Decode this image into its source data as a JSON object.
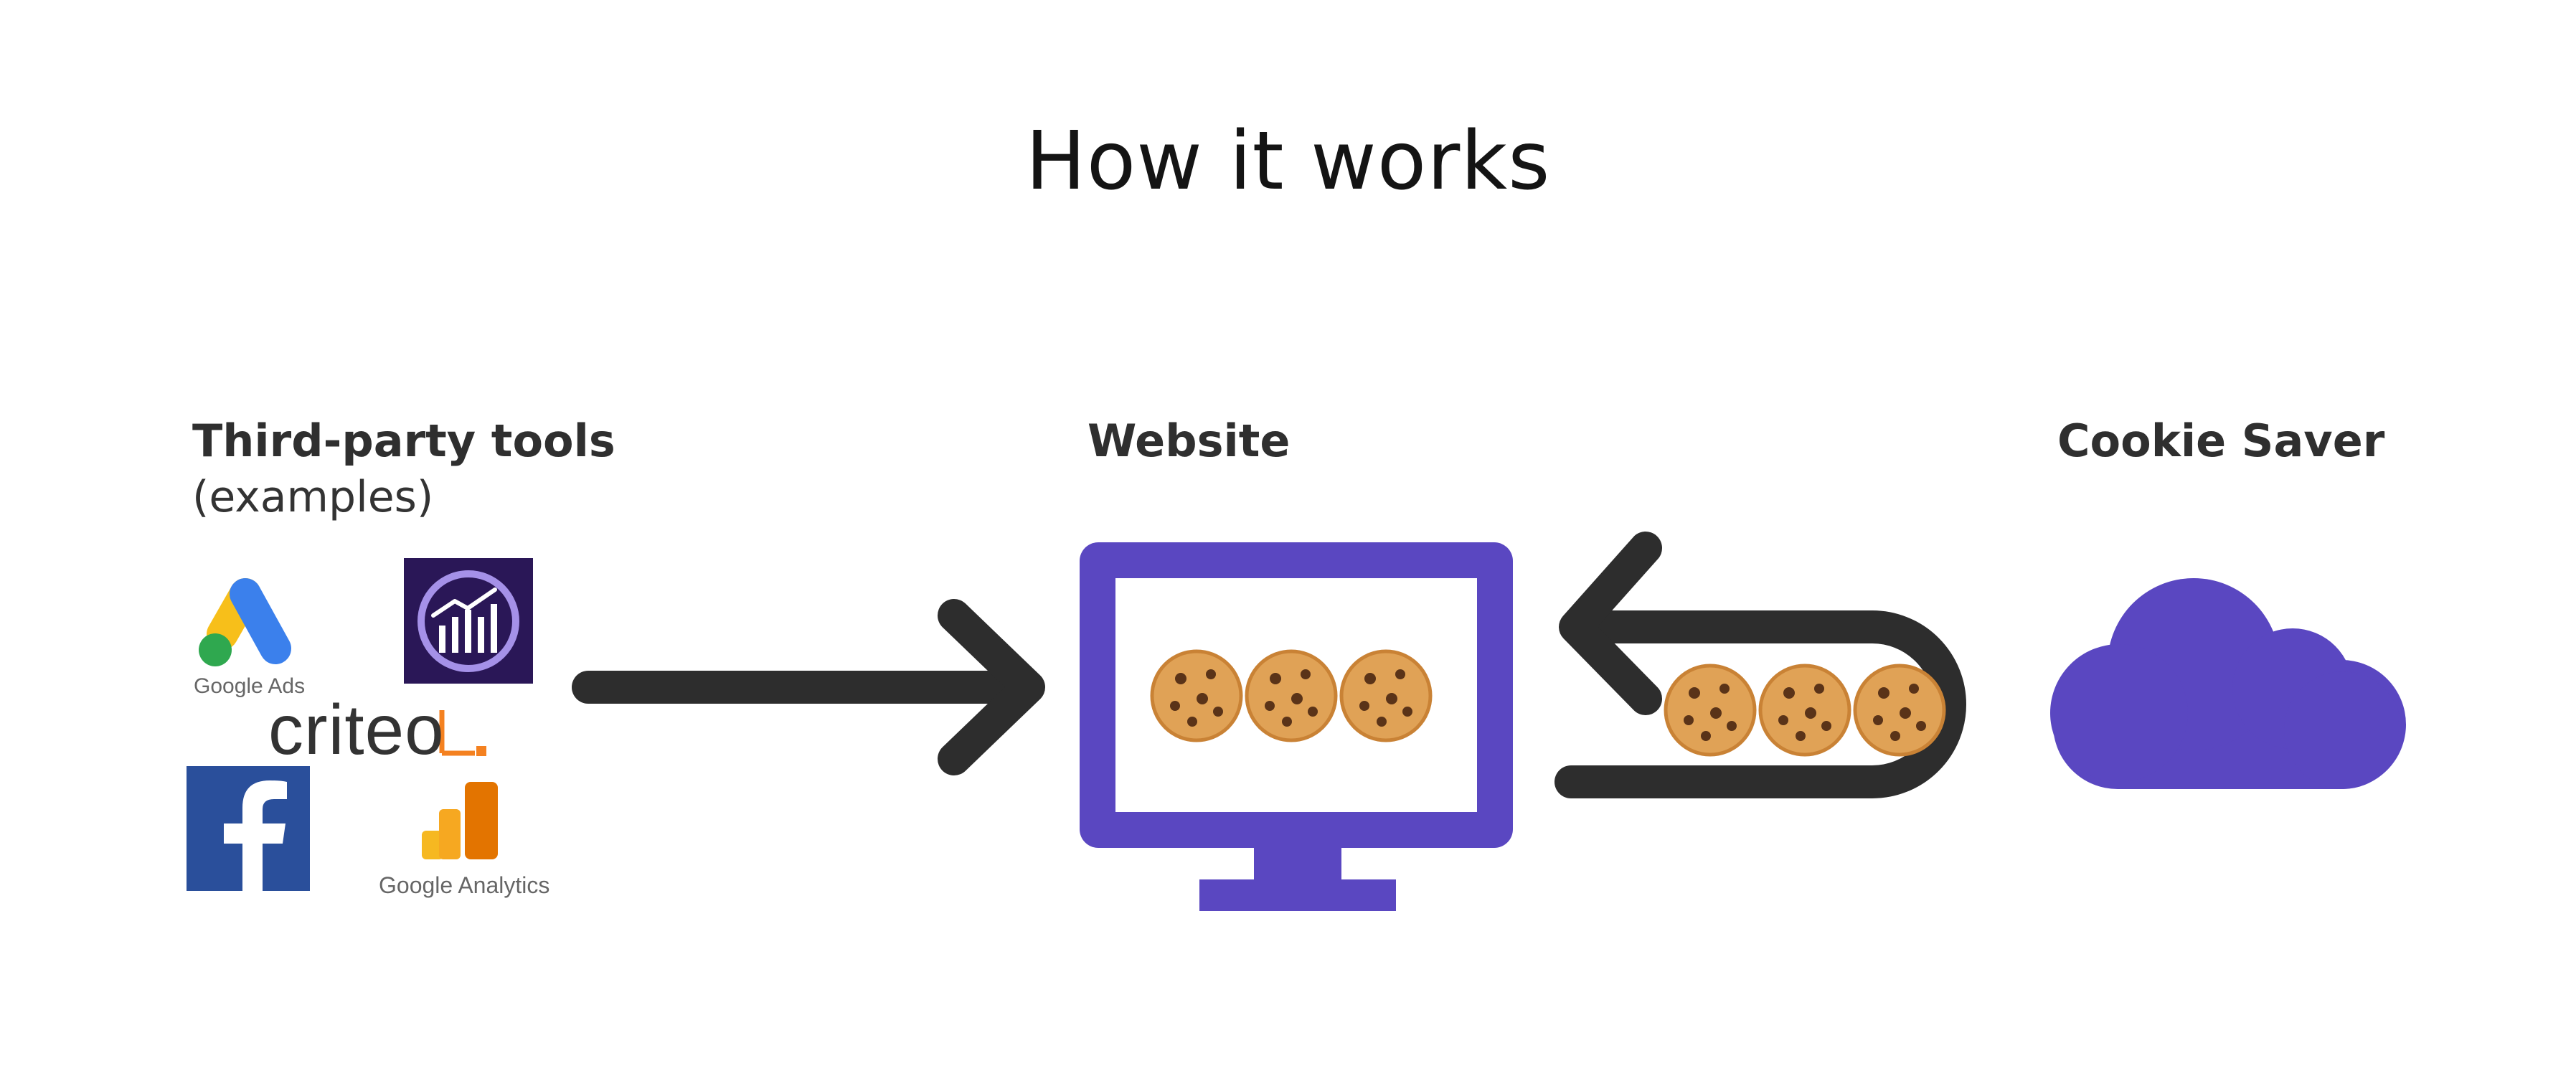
{
  "title": "How it works",
  "columns": {
    "tools": {
      "heading": "Third-party tools",
      "subheading": "(examples)"
    },
    "website": {
      "heading": "Website"
    },
    "saver": {
      "heading": "Cookie Saver"
    }
  },
  "logos": {
    "google_ads": "Google Ads",
    "criteo": "criteo",
    "google_analytics": "Google Analytics",
    "facebook": "f"
  },
  "icons": {
    "adobe_analytics": "adobe-analytics-icon",
    "monitor": "monitor-icon",
    "cloud": "cloud-icon",
    "cookie": "cookie-icon",
    "arrow_right": "arrow-right-icon",
    "arrow_return": "return-arrow-icon"
  },
  "colors": {
    "purple": "#5a47c1",
    "arrow": "#2d2d2d",
    "facebook_blue": "#2a4f9b",
    "criteo_orange": "#f48120",
    "ga_orange": "#f6a821",
    "ga_dark_orange": "#e37400",
    "adobe_bg": "#2a1757",
    "adobe_ring": "#a591e8"
  }
}
